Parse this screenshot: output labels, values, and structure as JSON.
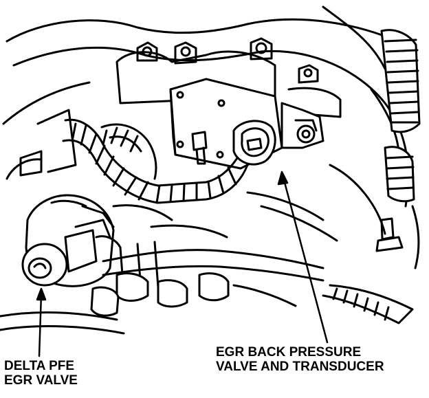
{
  "labels": {
    "delta_pfe": {
      "line1": "DELTA PFE",
      "line2": "EGR VALVE"
    },
    "egr_back_pressure": {
      "line1": "EGR BACK PRESSURE",
      "line2": "VALVE AND TRANSDUCER"
    }
  },
  "colors": {
    "ink": "#000000",
    "paper": "#ffffff"
  }
}
